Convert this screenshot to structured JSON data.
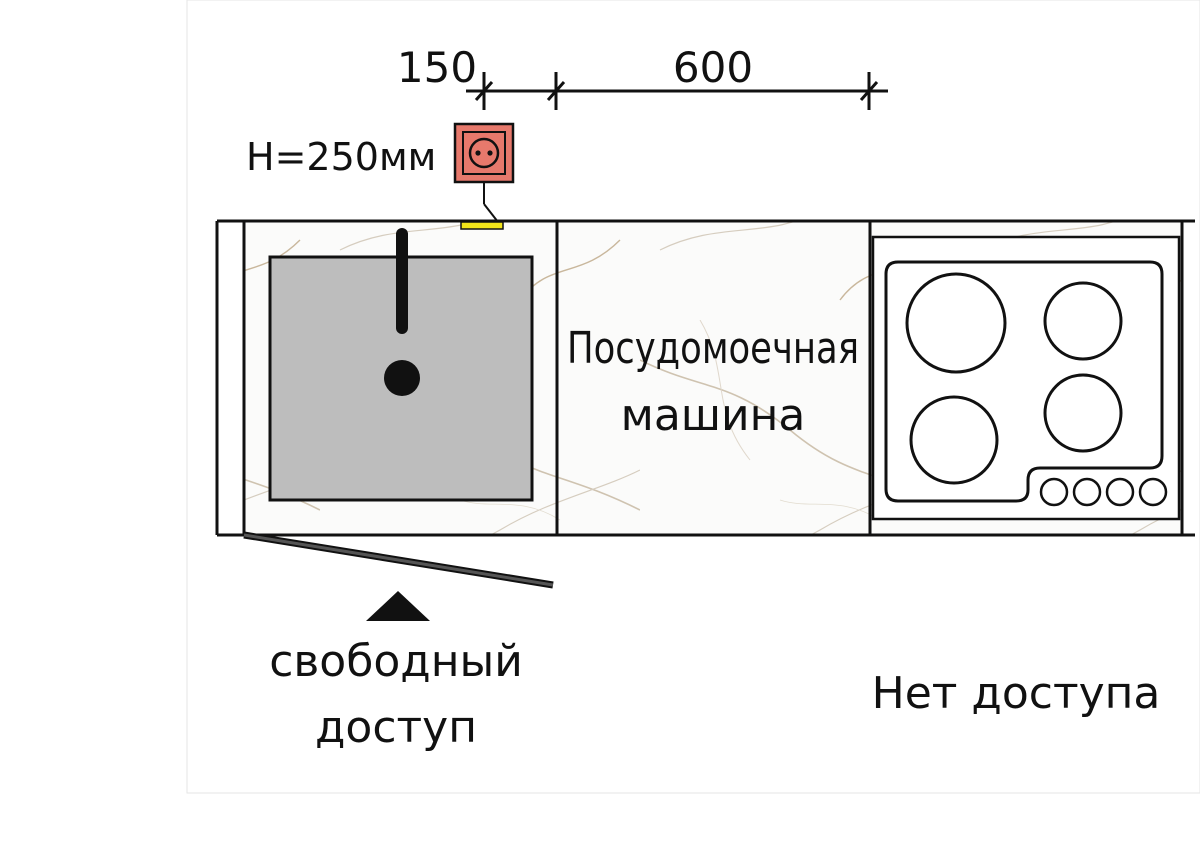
{
  "dimensions": {
    "outlet_offset": "150",
    "dishwasher_width": "600"
  },
  "outlet": {
    "height_label": "H=250мм",
    "icon": "power-outlet-icon",
    "fill_color": "#e7796c",
    "strip_color": "#f2e51a"
  },
  "zones": {
    "dishwasher_line1": "Посудомоечная",
    "dishwasher_line2": "машина",
    "free_access_line1": "свободный",
    "free_access_line2": "доступ",
    "no_access": "Нет доступа"
  },
  "sink": {
    "basin_color": "#bdbdbd",
    "icon": "sink-icon"
  },
  "cooktop": {
    "icon": "cooktop-icon",
    "burners": 4,
    "knobs": 4
  },
  "colors": {
    "line": "#111111",
    "marble": "#fbfbfa",
    "frame_border": "#e6e6e6"
  }
}
